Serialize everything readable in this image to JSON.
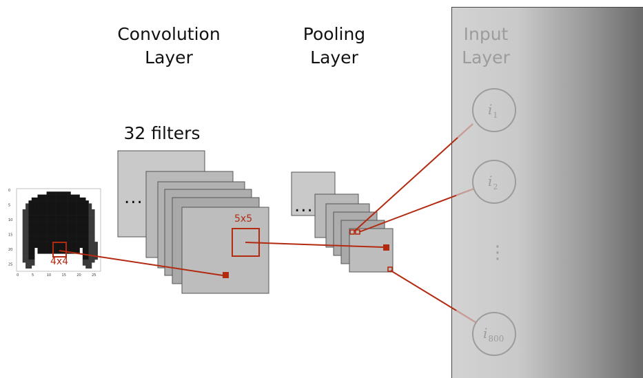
{
  "titles": {
    "conv_line1": "Convolution",
    "conv_line2": "Layer",
    "pool_line1": "Pooling",
    "pool_line2": "Layer",
    "input_line1": "Input",
    "input_line2": "Layer",
    "filters": "32 filters"
  },
  "labels": {
    "kernel_4": "4x4",
    "kernel_5": "5x5",
    "ellipsis": "...",
    "vertical_ellipsis": "⋮"
  },
  "neurons": [
    {
      "symbol": "i",
      "subscript": "1"
    },
    {
      "symbol": "i",
      "subscript": "2"
    },
    {
      "symbol": "i",
      "subscript": "800"
    }
  ],
  "input_image": {
    "x_ticks": [
      "0",
      "5",
      "10",
      "15",
      "20",
      "25"
    ],
    "y_ticks": [
      "0",
      "5",
      "10",
      "15",
      "20",
      "25"
    ]
  },
  "colors": {
    "accent_red": "#b22a10",
    "neuron_gray": "#9c9c9c",
    "plate_fill": "#b9b9b9",
    "plate_stroke": "#555555"
  }
}
